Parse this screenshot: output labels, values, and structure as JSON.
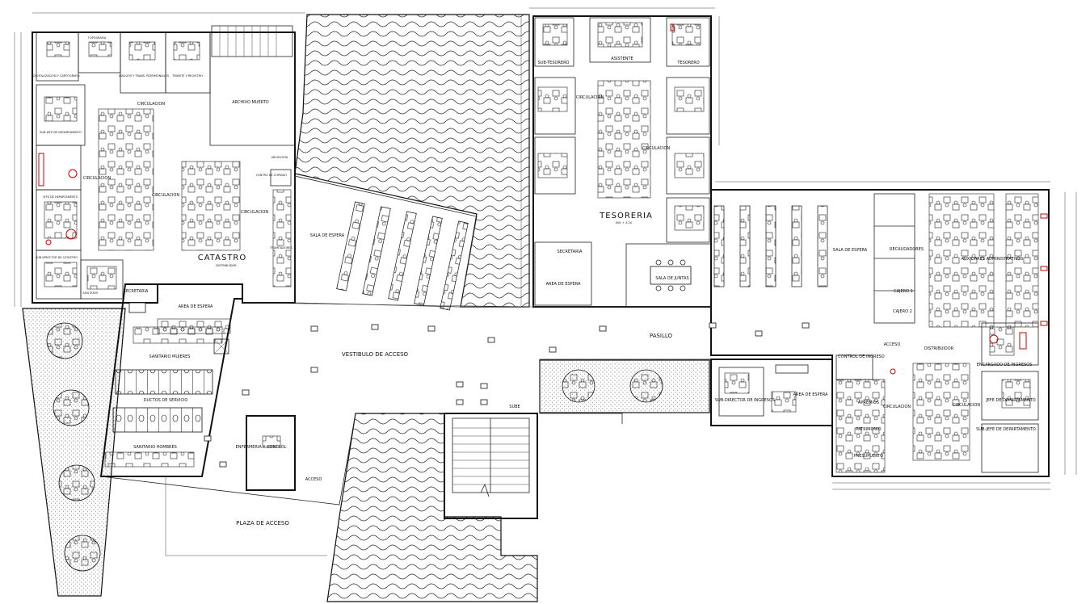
{
  "colors": {
    "ink": "#111111",
    "accent": "#cc0000",
    "paper": "#ffffff"
  },
  "labels": {
    "catastro": "CATASTRO",
    "catastro_nivel": "DISTRIBUIDOR",
    "tesoreria": "TESORERIA",
    "tesoreria_nivel": "NVL + 4.20",
    "vestibulo": "VESTIBULO DE ACCESO",
    "pasillo": "PASILLO",
    "plaza": "PLAZA DE ACCESO",
    "acceso": "ACCESO",
    "acceso2": "ACCESO",
    "sube": "SUBE",
    "archivo": "ARCHIVO MUERTO",
    "area_espera_1": "AREA DE ESPERA",
    "area_espera_2": "AREA DE ESPERA",
    "area_espera_3": "AREA DE ESPERA",
    "sala_espera_1": "SALA DE ESPERA",
    "sala_espera_2": "SALA DE ESPERA",
    "sala_juntas": "SALA DE JUNTAS",
    "secretaria_1": "SECRETARIA",
    "secretaria_2": "SECRETARIA",
    "sanitario_m": "SANITARIO MUJERES",
    "sanitario_h": "SANITARIO HOMBRES",
    "ductos": "DUCTOS DE SERVICIO",
    "enfermeria": "ENFERMERIA Y CONTROL",
    "recaudadores": "RECAUDADORES",
    "cajero1": "CAJERO 1",
    "cajero2": "CAJERO 2",
    "auxiliares": "AUXILIARES ADMINISTRATIVOS",
    "encargado": "ENCARGADO DE INGRESOS",
    "jefe_dep": "JEFE DE DEPARTAMENTO",
    "subjefe_dep": "SUB-JEFE DE DEPARTAMENTO",
    "subdirector_ingresos": "SUB-DIRECTOR DE INGRESOS",
    "control_ingreso": "CONTROL DE INGRESO",
    "distribuidor": "DISTRIBUIDOR",
    "apremios": "APREMIOS",
    "patrimonio": "PATRIMONIO",
    "presupuesto": "PRESUPUESTO",
    "circulacion": "CIRCULACION",
    "subtesorero": "SUB-TESORERO",
    "asistente": "ASISTENTE",
    "tesorero": "TESORERO",
    "cartografia": "DIGITALIZACION Y CARTOGRAFIA",
    "avaluos": "AVALUOS Y TRANS. PATRIMONIALES",
    "tramite": "TRAMITE Y REGISTRO",
    "subjefe_cat": "SUB-JEFE DE DEPARTAMENTO",
    "jefe_cat": "JEFE DE DEPARTAMENTO",
    "subdirector_cat": "SUB-DIRECTOR DE CATASTRO",
    "asistente_cat": "ASISTENTE",
    "tramitadores": "TRAMITADORES",
    "centro_copiado": "CENTRO DE COPIADO",
    "archivista": "ARCHIVISTA",
    "topografia": "TOPOGRAFIA"
  }
}
